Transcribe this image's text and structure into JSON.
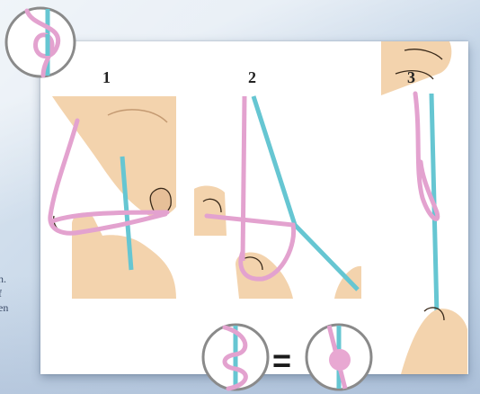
{
  "steps": [
    {
      "number": "1"
    },
    {
      "number": "2"
    },
    {
      "number": "3"
    }
  ],
  "equation": {
    "symbol": "="
  },
  "side_text": [
    "n.",
    "f",
    "en"
  ],
  "colors": {
    "pink_cord": "#e3a2cf",
    "blue_cord": "#66c6d2",
    "skin": "#f3d3ad",
    "bead": "#e8a8d2"
  },
  "icons": [
    "knot-loop-icon",
    "double-loop-icon",
    "bead-knot-icon"
  ]
}
